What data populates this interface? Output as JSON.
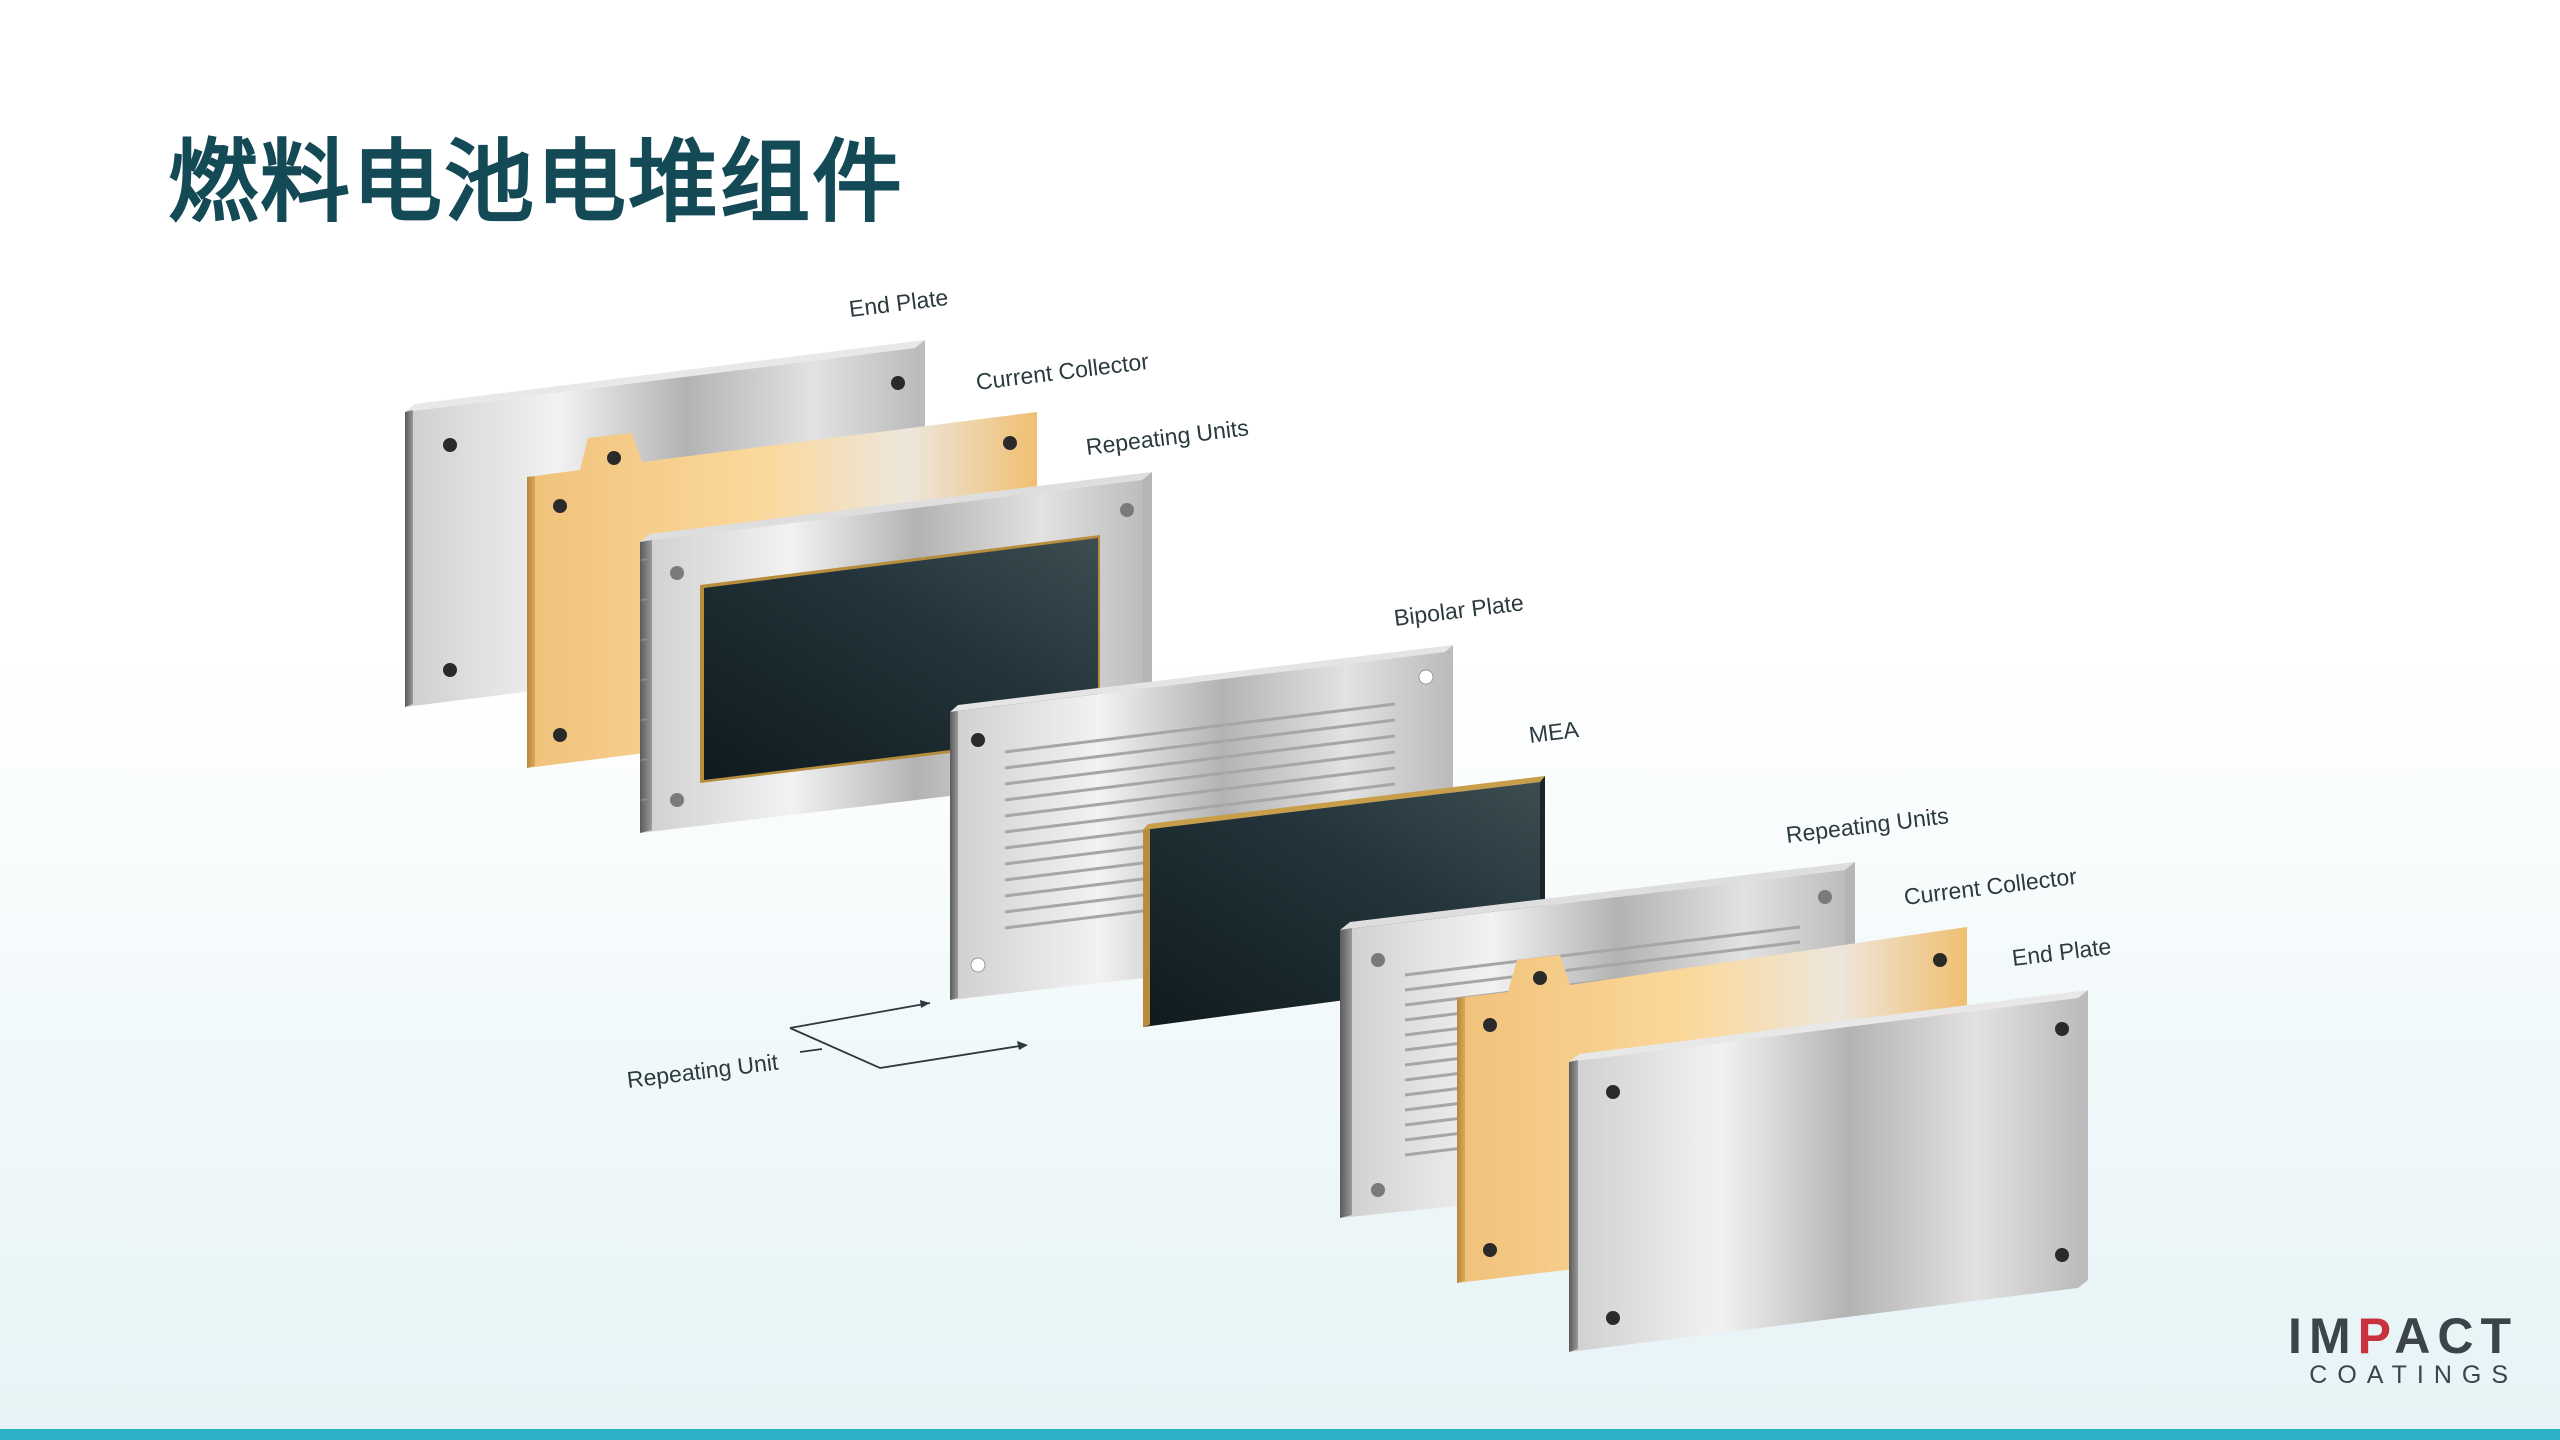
{
  "title": "燃料电池电堆组件",
  "labels": {
    "end_plate_top": "End Plate",
    "current_collector_top": "Current Collector",
    "repeating_units_top": "Repeating Units",
    "bipolar_plate": "Bipolar Plate",
    "mea": "MEA",
    "repeating_units_bottom": "Repeating Units",
    "current_collector_bottom": "Current Collector",
    "end_plate_bottom": "End Plate",
    "repeating_unit": "Repeating Unit"
  },
  "logo": {
    "main_a": "IM",
    "main_accent": "P",
    "main_b": "ACT",
    "sub": "COATINGS"
  },
  "colors": {
    "title": "#134a55",
    "accent_bar": "#2cb2c6",
    "logo_accent": "#c8323c"
  }
}
